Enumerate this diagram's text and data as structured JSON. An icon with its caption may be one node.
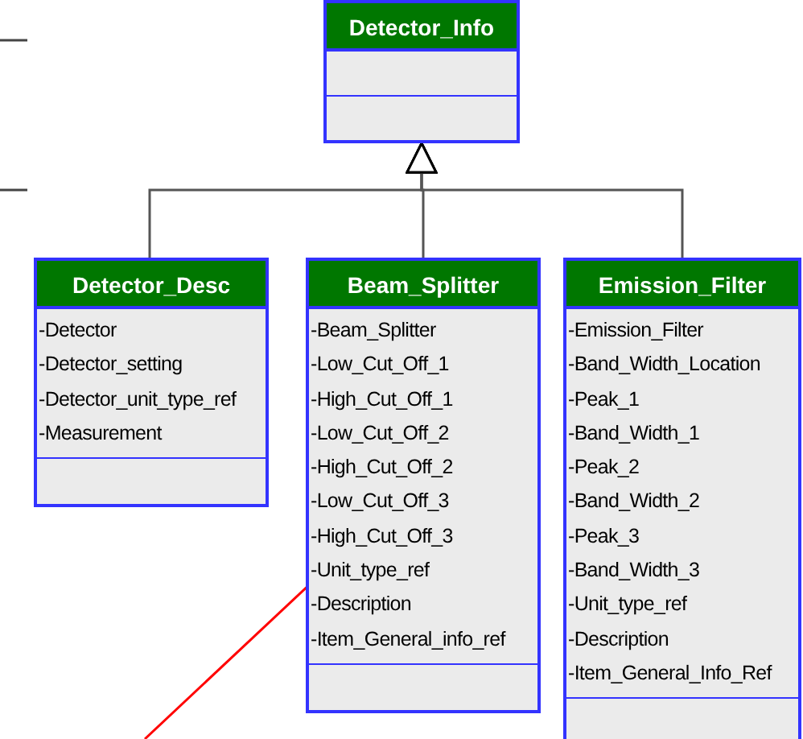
{
  "diagram": {
    "nodes": [
      {
        "text": [
          "Detector_Info"
        ]
      },
      {
        "text": [
          "Detector_Desc",
          "-Detector",
          "-Detector_setting",
          "-Detector_unit_type_ref",
          "-Measurement"
        ]
      },
      {
        "text": [
          "Beam_Splitter",
          "-Beam_Splitter",
          "-Low_Cut_Off_1",
          "-High_Cut_Off_1",
          "-Low_Cut_Off_2",
          "-High_Cut_Off_2",
          "-Low_Cut_Off_3",
          "-High_Cut_Off_3",
          "-Unit_type_ref",
          "-Description",
          "-Item_General_info_ref"
        ]
      },
      {
        "text": [
          "Emission_Filter",
          "-Emission_Filter",
          "-Band_Width_Location",
          "-Peak_1",
          "-Band_Width_1",
          "-Peak_2",
          "-Band_Width_2",
          "-Peak_3",
          "-Band_Width_3",
          "-Unit_type_ref",
          "-Description",
          "-Item_General_Info_Ref"
        ]
      }
    ],
    "edges": [
      {
        "from": 1,
        "to": 0,
        "arrow": "to"
      },
      {
        "from": 2,
        "to": 0,
        "arrow": "to"
      },
      {
        "from": 3,
        "to": 0,
        "arrow": "to"
      },
      {
        "from": 2,
        "to": null,
        "arrow": "none",
        "color": "#ff0000"
      }
    ]
  }
}
